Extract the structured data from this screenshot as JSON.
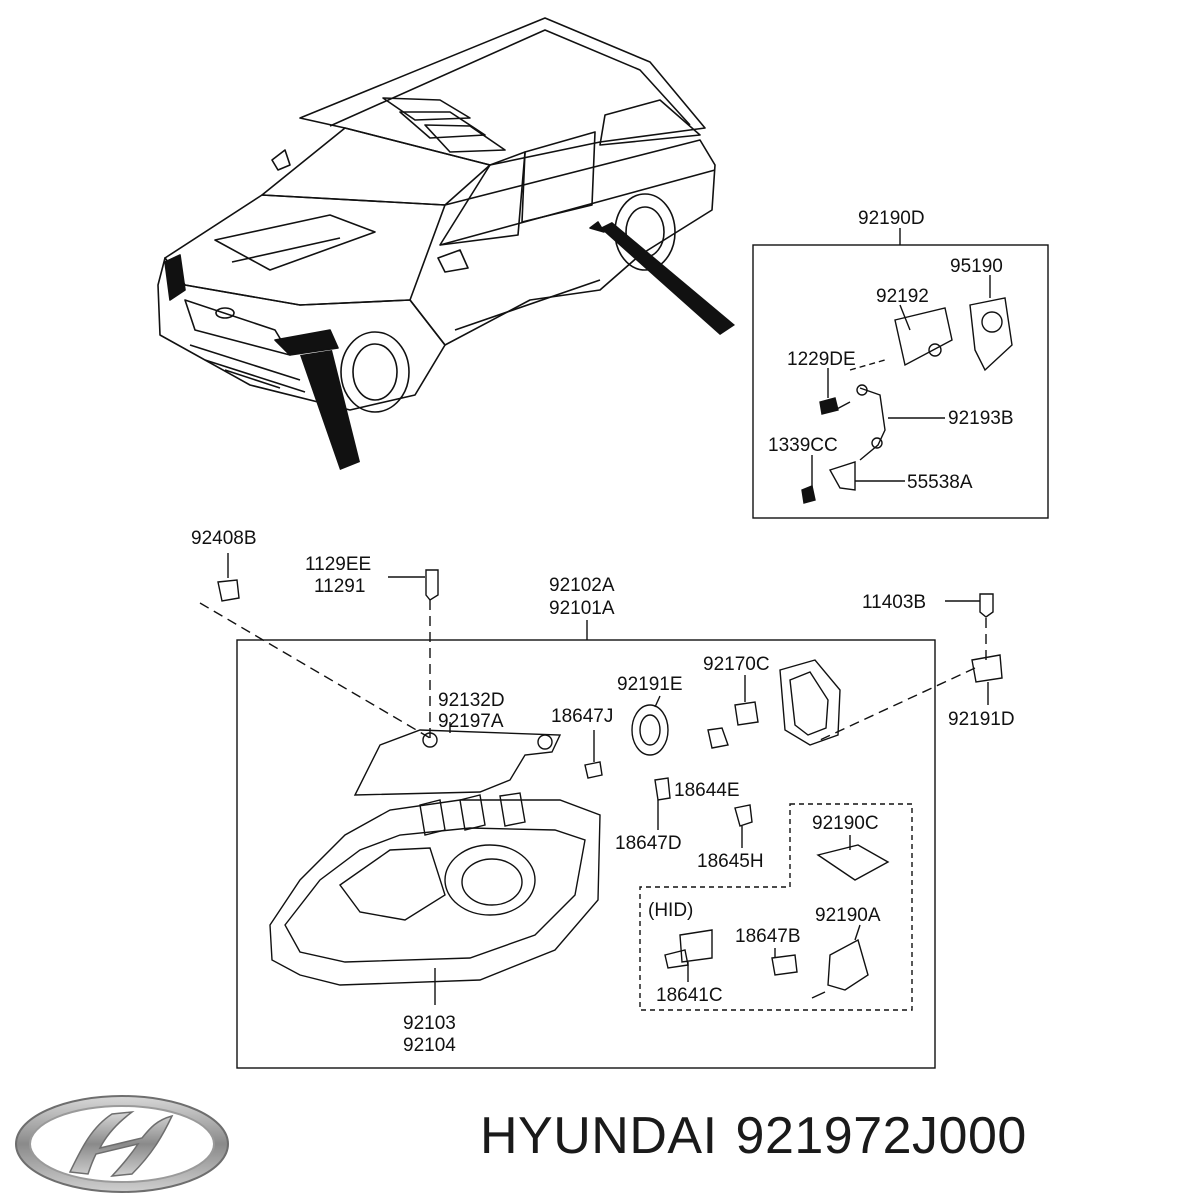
{
  "callouts": {
    "c92190D": "92190D",
    "c95190": "95190",
    "c92192": "92192",
    "c1229DE": "1229DE",
    "c92193B": "92193B",
    "c1339CC": "1339CC",
    "c55538A": "55538A",
    "c92408B": "92408B",
    "c1129EE": "1129EE",
    "c11291": "11291",
    "c92102A": "92102A",
    "c92101A": "92101A",
    "c11403B": "11403B",
    "c92191D": "92191D",
    "c92132D": "92132D",
    "c92197A": "92197A",
    "c92191E": "92191E",
    "c92170C": "92170C",
    "c18647J": "18647J",
    "c18644E": "18644E",
    "c18647D": "18647D",
    "c18645H": "18645H",
    "c92190C": "92190C",
    "cHID": "(HID)",
    "c18647B": "18647B",
    "c92190A": "92190A",
    "c18641C": "18641C",
    "c92103": "92103",
    "c92104": "92104"
  },
  "brand": {
    "name": "HYUNDAI",
    "part_number": "921972J000"
  }
}
